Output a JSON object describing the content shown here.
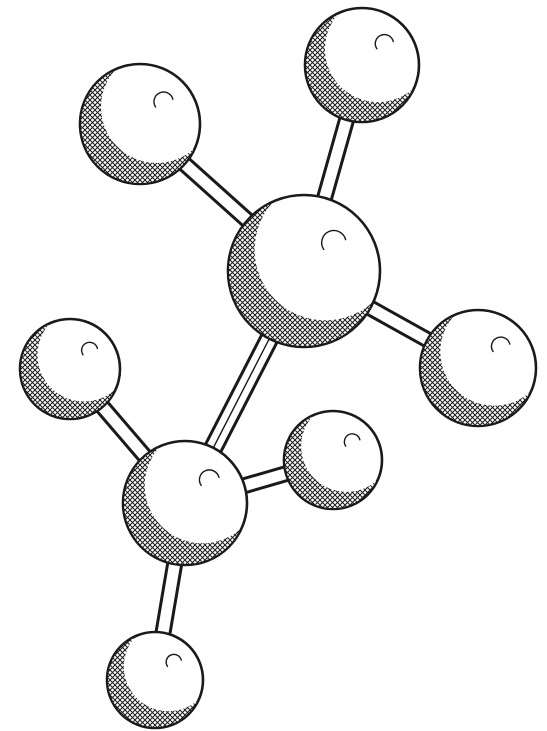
{
  "illustration": {
    "subject": "molecule-sketch",
    "style": "black-ink-hatched-line-art",
    "background_color": "#ffffff",
    "ink_color": "#1a1a1a",
    "atom_count": 8,
    "bond_count": 7
  }
}
